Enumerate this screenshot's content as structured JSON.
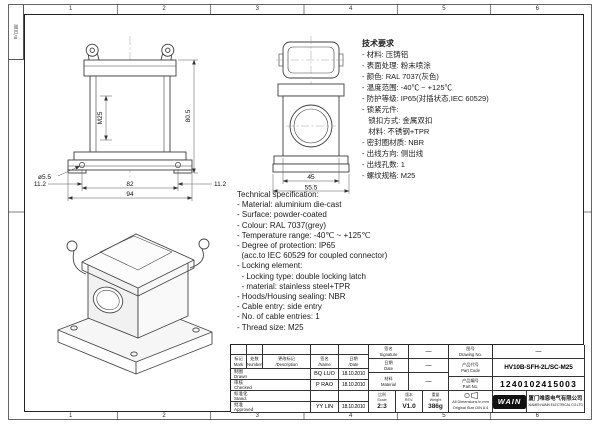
{
  "sheet": {
    "grid_top": [
      "1",
      "2",
      "3",
      "4",
      "5",
      "6"
    ],
    "grid_bottom": [
      "1",
      "2",
      "3",
      "4",
      "5",
      "6"
    ],
    "corner_strip": "B/日期"
  },
  "drawing": {
    "front_view": {
      "dim_height": "80.5",
      "dim_thread": "M25",
      "dim_hole": "ø5.5",
      "dim_hole_pitch": "82",
      "dim_overall_width": "94",
      "dim_edge_left": "11.2",
      "dim_edge_right": "11.2"
    },
    "side_view": {
      "dim_body_width": "45",
      "dim_flange_width": "55.5"
    }
  },
  "spec_cn": {
    "title": "技术要求",
    "lines": [
      "- 材料: 压铸铝",
      "- 表面处理: 粉末喷涂",
      "- 颜色: RAL 7037(灰色)",
      "- 温度范围: -40℃ ~ +125℃",
      "- 防护等级: IP65(对插状态,IEC 60529)",
      "- 锁紧元件:",
      "   锁扣方式: 金属双扣",
      "   材料: 不锈钢+TPR",
      "- 密封圈材质: NBR",
      "- 出线方向: 侧出线",
      "- 出线孔数: 1",
      "- 螺纹规格: M25"
    ]
  },
  "spec_en": {
    "title": "Technical specification:",
    "lines": [
      "- Material: aluminium die-cast",
      "- Surface: powder-coated",
      "- Colour: RAL 7037(grey)",
      "- Temperature range: -40℃ ~ +125℃",
      "- Degree of protection: IP65",
      "  (acc.to IEC 60529 for coupled connector)",
      "- Locking element:",
      "  - Locking type: double locking latch",
      "  - material: stainless steel+TPR",
      "- Hoods/Housing sealing: NBR",
      "- Cable entry: side entry",
      "- No. of cable entries: 1",
      "- Thread size: M25"
    ]
  },
  "title_block": {
    "change_cols": {
      "mark": "标记\nMark",
      "number": "处数\nNumber",
      "description": "更改标记\n/Description",
      "name": "签名\n/Name",
      "date": "日期\n/Date"
    },
    "sign_rows": [
      {
        "role": "制图\nDrawn",
        "name": "BQ LUO",
        "date": "18.10.2010"
      },
      {
        "role": "审核\nChecked",
        "name": "P RAO",
        "date": "18.10.2010"
      },
      {
        "role": "标准化\nStand.",
        "name": "",
        "date": ""
      },
      {
        "role": "批准\nApproved",
        "name": "YY LIN",
        "date": "18.10.2010"
      }
    ],
    "fields": {
      "signature_label": "签名\nSignature",
      "signature_value": "—",
      "date_label": "日期\nDate",
      "date_value": "—",
      "material_label": "材料\nMaterial",
      "material_value": "—",
      "drawing_no_label": "图号\nDrawing No.",
      "drawing_no_value": "—",
      "part_code_label": "产品代号\nPart Code",
      "part_code_value": "HV10B-SFH-2L/SC-M25",
      "part_no_label": "产品编号\nPart No.",
      "part_no_value": "1240102415003",
      "scale_label": "比例\nScale",
      "scale_value": "2:3",
      "rev_label": "版本\nREV.",
      "rev_value": "V1.0",
      "weight_label": "重量\nWeight",
      "weight_value": "386g",
      "note": "All Dimensions in mm\nOriginal Size DIN A 4"
    },
    "company": {
      "logo": "WAIN",
      "name_cn": "厦门唯恩电气有限公司",
      "name_en": "XIAMEN WAIN ELECTRICAL CO.LTD"
    }
  }
}
